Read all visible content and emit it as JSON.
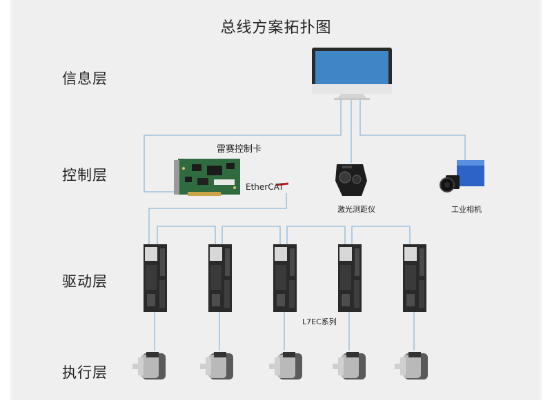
{
  "title": "总线方案拓扑图",
  "layers": [
    {
      "label": "信息层"
    },
    {
      "label": "控制层"
    },
    {
      "label": "驱动层"
    },
    {
      "label": "执行层"
    }
  ],
  "devices": {
    "control_card": {
      "label": "雷赛控制卡",
      "bus": "EtherCAT"
    },
    "laser_rangefinder": {
      "label": "激光测距仪"
    },
    "industrial_camera": {
      "label": "工业相机"
    },
    "drive_series": {
      "label": "L7EC系列"
    }
  },
  "drive_count": 5,
  "motor_count": 5,
  "colors": {
    "background": "#efefef",
    "connector_line": "#9fc3df",
    "monitor_screen": "#3f86c6",
    "camera_body": "#2c63c4"
  }
}
